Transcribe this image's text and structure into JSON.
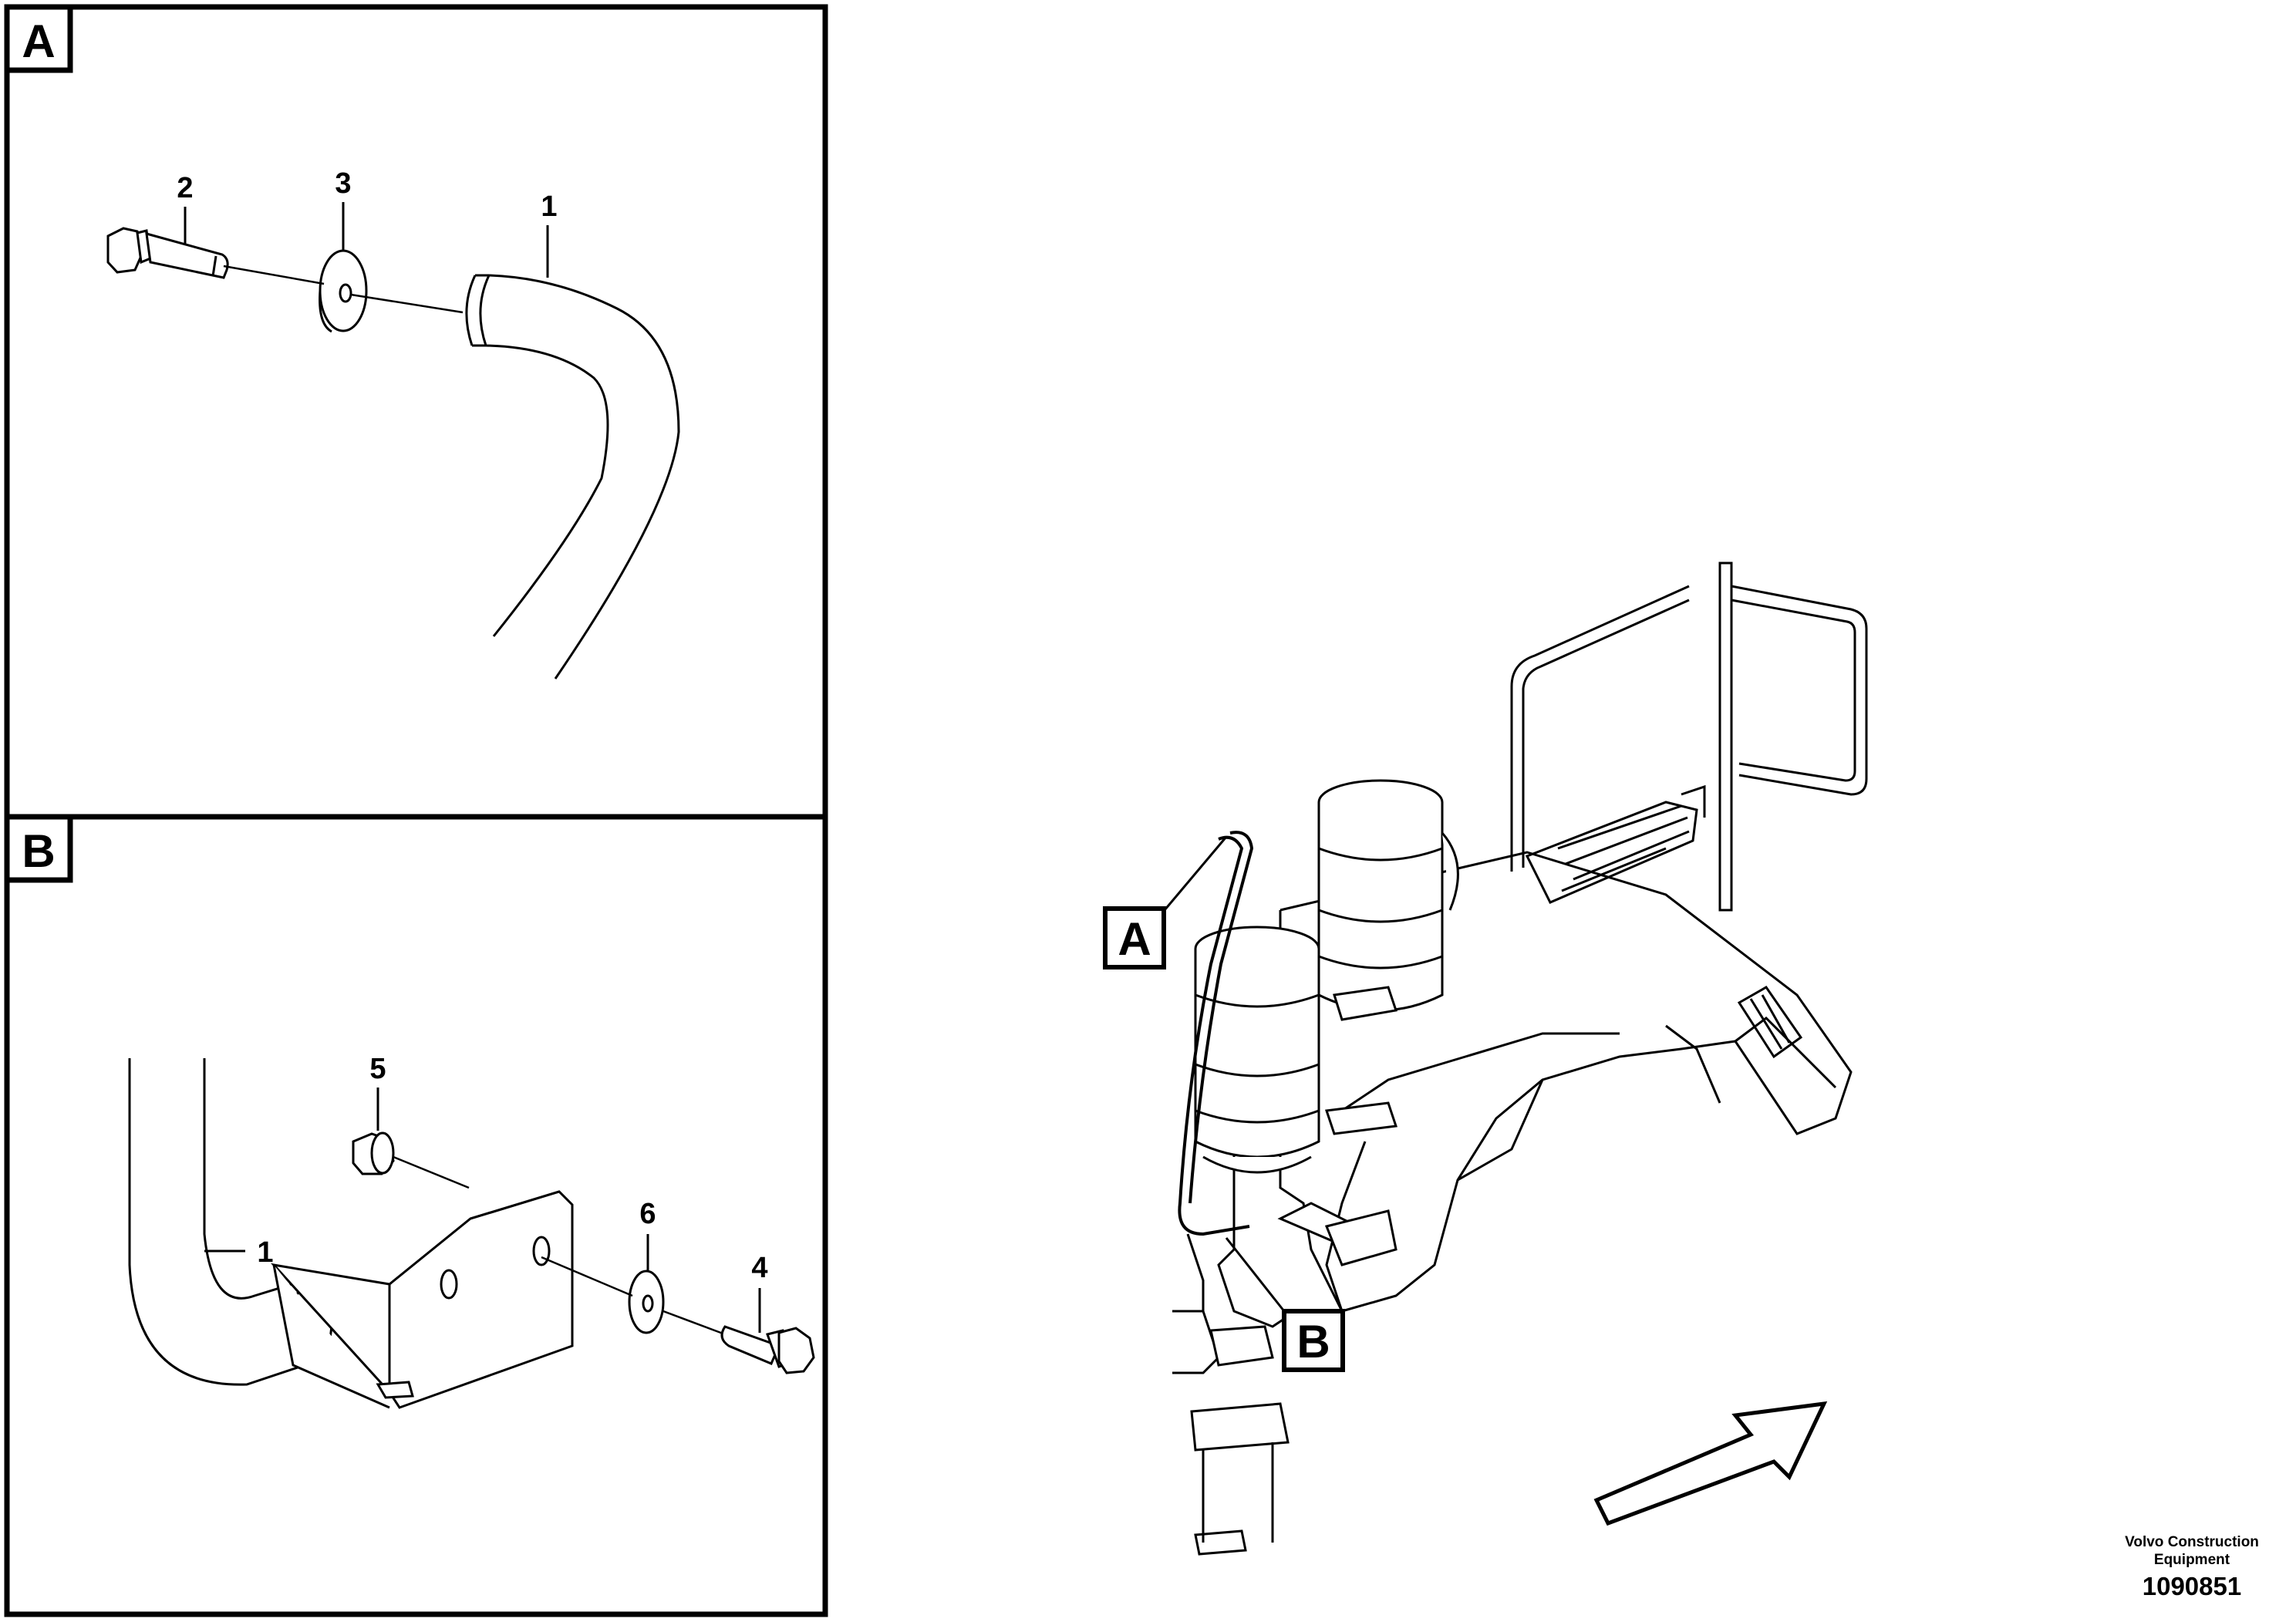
{
  "detail_a": {
    "label": "A",
    "callouts": {
      "bolt": "2",
      "washer": "3",
      "tube": "1"
    }
  },
  "detail_b": {
    "label": "B",
    "callouts": {
      "tube": "1",
      "nut": "5",
      "washer": "6",
      "bolt": "4"
    }
  },
  "overview": {
    "label_a": "A",
    "label_b": "B"
  },
  "footer": {
    "brand_line1": "Volvo Construction",
    "brand_line2": "Equipment",
    "doc_number": "1090851"
  }
}
